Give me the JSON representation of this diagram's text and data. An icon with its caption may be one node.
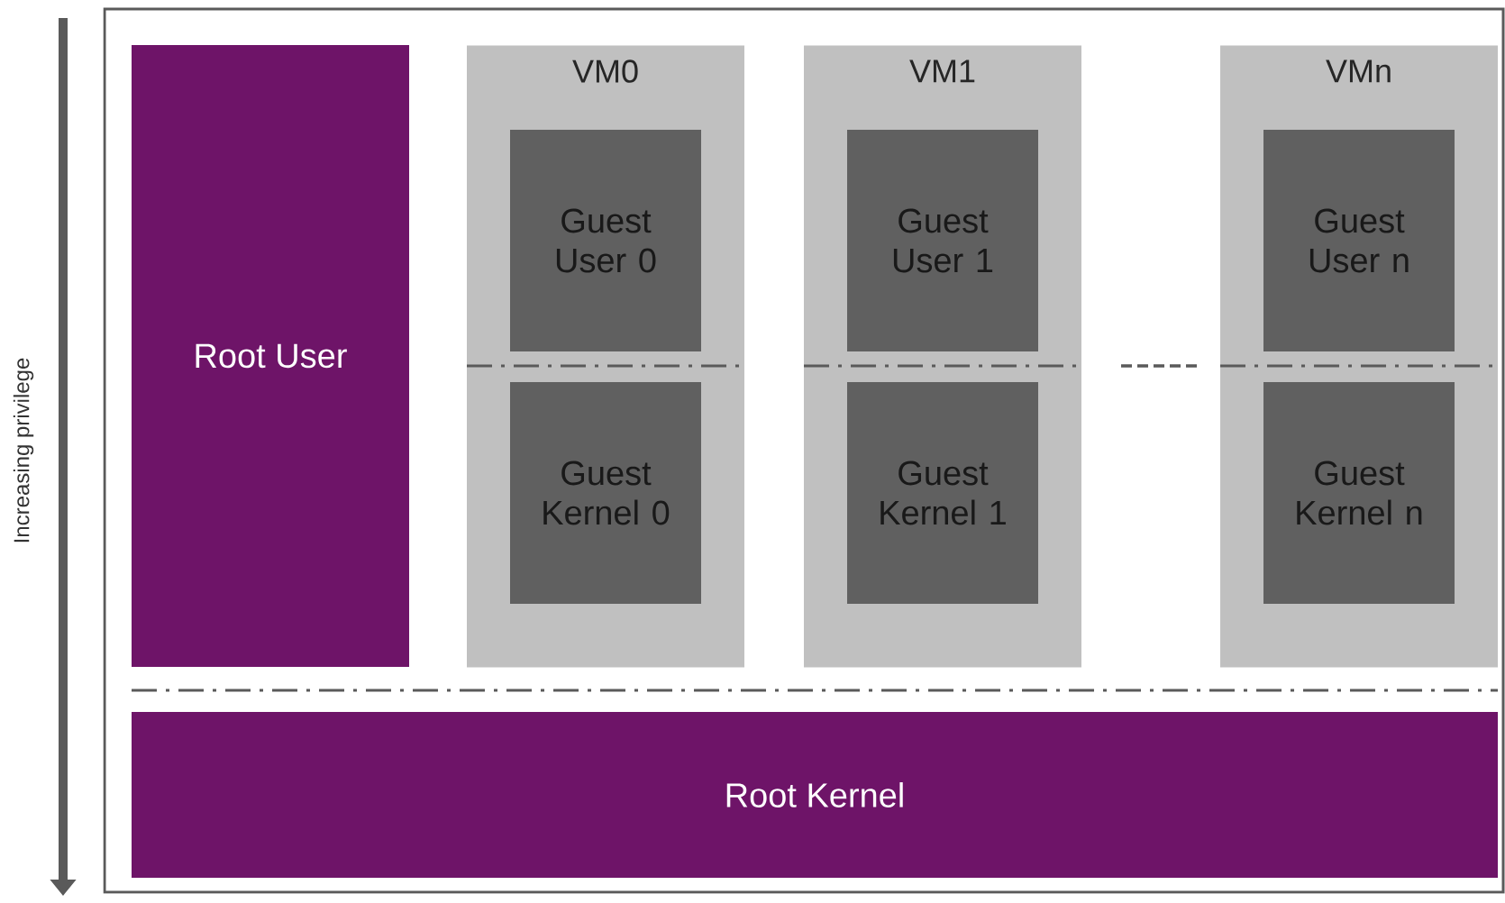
{
  "diagram": {
    "nodes": [
      {
        "text": [
          "Root User"
        ]
      },
      {
        "text": [
          "VM0"
        ]
      },
      {
        "text": [
          "Guest User 0"
        ],
        "in": 1
      },
      {
        "text": [
          "Guest Kernel 0"
        ],
        "in": 1
      },
      {
        "text": [
          "VM1"
        ]
      },
      {
        "text": [
          "Guest User 1"
        ],
        "in": 4
      },
      {
        "text": [
          "Guest Kernel 1"
        ],
        "in": 4
      },
      {
        "text": [
          "VMn"
        ]
      },
      {
        "text": [
          "Guest User n"
        ],
        "in": 7
      },
      {
        "text": [
          "Guest Kernel n"
        ],
        "in": 7
      },
      {
        "text": [
          "Root Kernel"
        ]
      }
    ],
    "edges": [],
    "labels": [
      "Increasing privilege"
    ]
  }
}
